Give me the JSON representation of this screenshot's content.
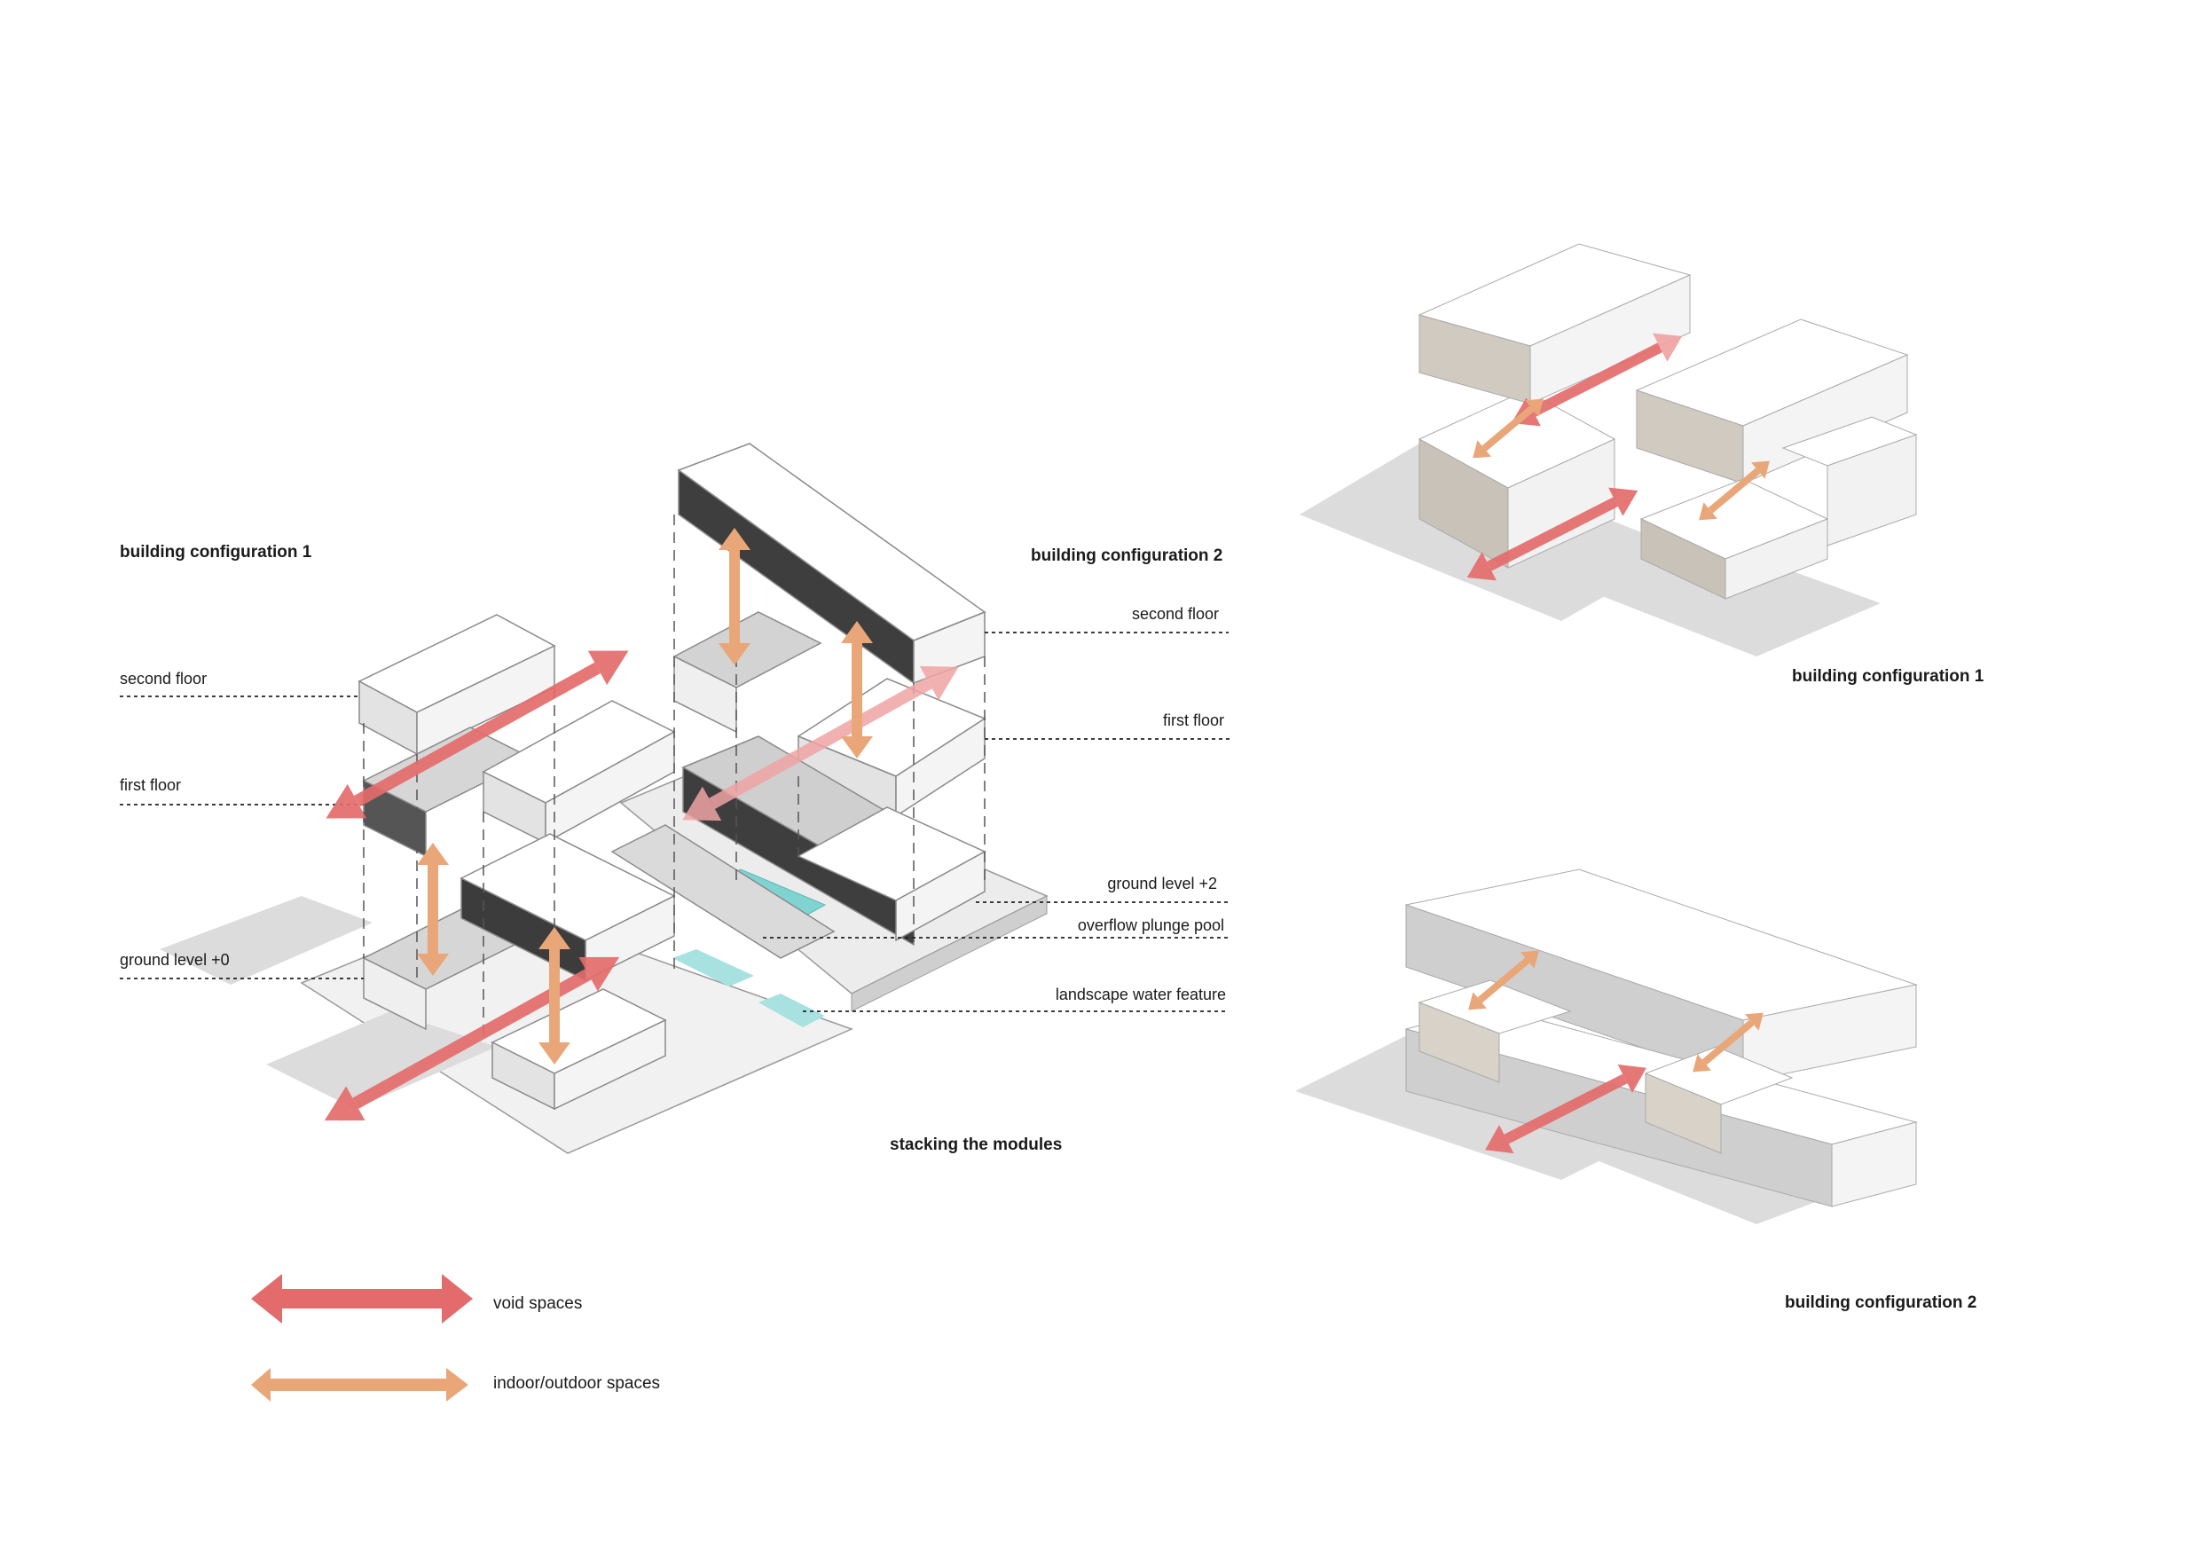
{
  "headings": {
    "config1_left": "building configuration 1",
    "config2_left": "building configuration 2",
    "stacking": "stacking the modules",
    "config1_right": "building configuration 1",
    "config2_right": "building configuration 2"
  },
  "left_labels": {
    "second_floor": "second floor",
    "first_floor": "first floor",
    "ground_level_0": "ground level +0"
  },
  "right_labels": {
    "second_floor": "second floor",
    "first_floor": "first floor",
    "ground_level_2": "ground level +2",
    "overflow_pool": "overflow plunge pool",
    "water_feature": "landscape water feature"
  },
  "legend": [
    {
      "label": "void spaces",
      "color": "#e46b6b"
    },
    {
      "label": "indoor/outdoor spaces",
      "color": "#e9a679"
    }
  ],
  "colors": {
    "void_arrow": "#e46b6b",
    "indoor_outdoor_arrow": "#e9a679",
    "water": "#7fd3d1",
    "shadow": "#d9d9d9",
    "module_white": "#ffffff",
    "module_grey": "#bdbdbd"
  }
}
